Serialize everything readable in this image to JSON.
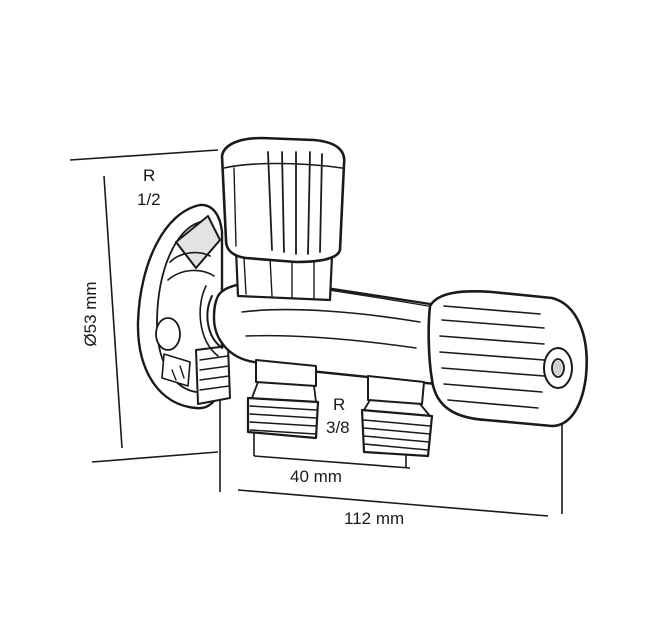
{
  "figure": {
    "labels": {
      "inlet_thread_prefix": "R",
      "inlet_thread_size": "1/2",
      "diameter": "Ø53 mm",
      "outlet_thread_prefix": "R",
      "outlet_thread_size": "3/8",
      "outlet_spacing": "40 mm",
      "overall_length": "112 mm"
    },
    "colors": {
      "line": "#1a1a1a",
      "background": "#ffffff"
    }
  }
}
